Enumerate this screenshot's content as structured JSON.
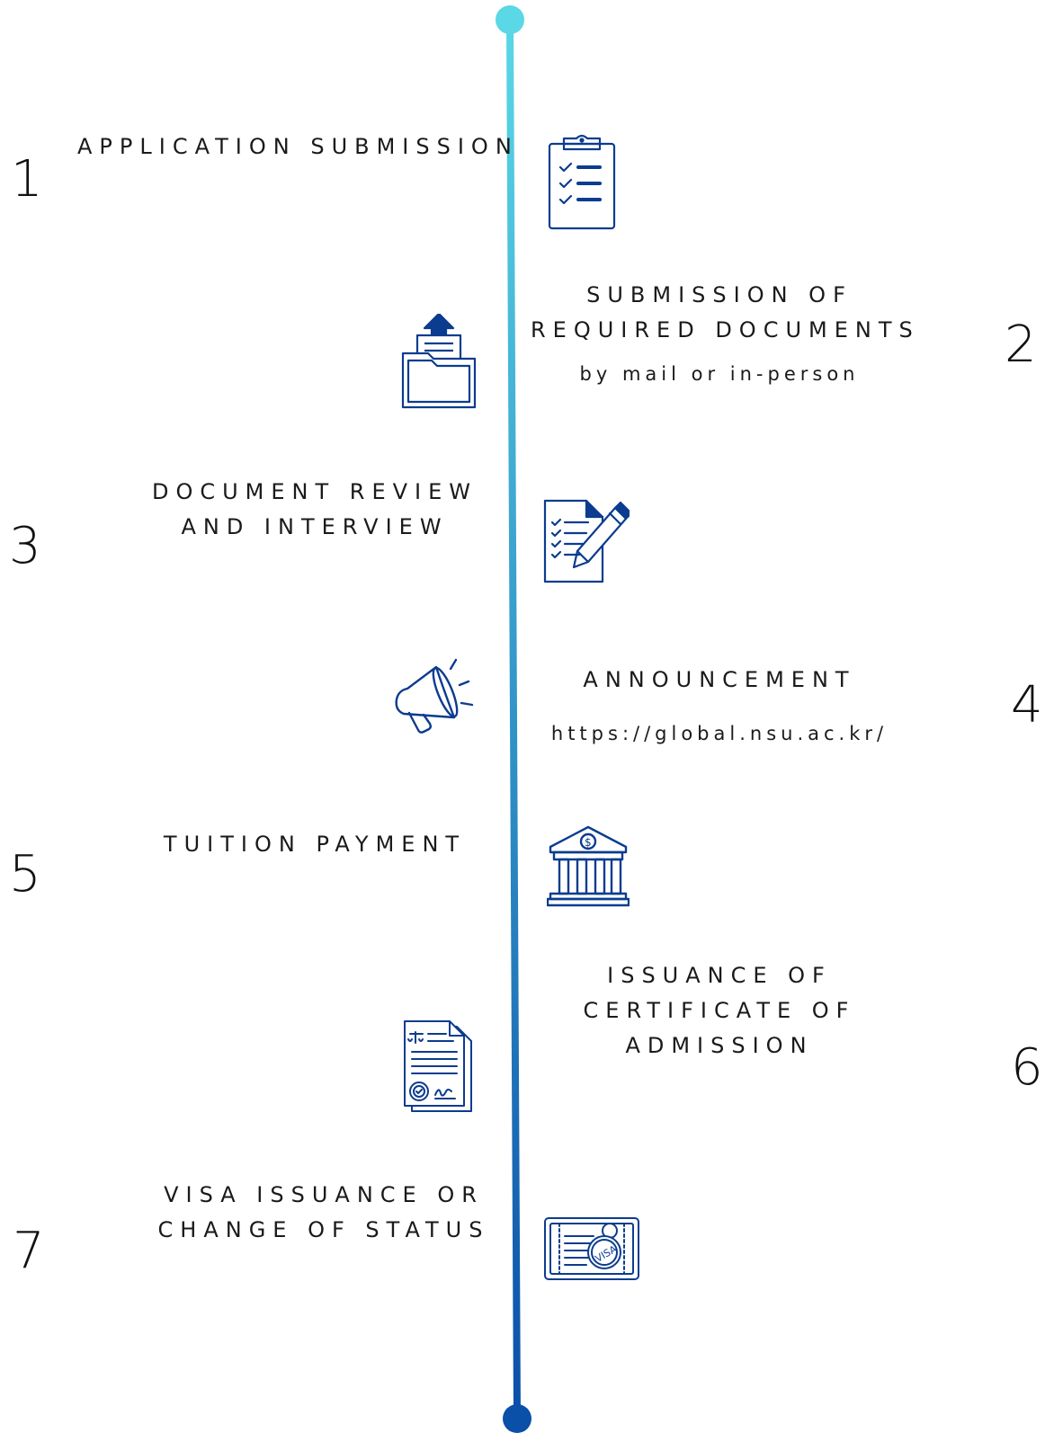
{
  "colors": {
    "cyan": "#5ad8e6",
    "blue": "#0a4fa8",
    "navy": "#0b3c8f"
  },
  "steps": [
    {
      "number": "1",
      "title_lines": [
        "APPLICATION SUBMISSION"
      ],
      "subtitle": "",
      "icon": "clipboard-checklist-icon"
    },
    {
      "number": "2",
      "title_lines": [
        "SUBMISSION OF",
        "REQUIRED DOCUMENTS"
      ],
      "subtitle": "by mail or in-person",
      "icon": "folder-upload-icon"
    },
    {
      "number": "3",
      "title_lines": [
        "DOCUMENT REVIEW",
        "AND INTERVIEW"
      ],
      "subtitle": "",
      "icon": "document-pen-icon"
    },
    {
      "number": "4",
      "title_lines": [
        "ANNOUNCEMENT"
      ],
      "subtitle": "https://global.nsu.ac.kr/",
      "icon": "megaphone-icon"
    },
    {
      "number": "5",
      "title_lines": [
        "TUITION PAYMENT"
      ],
      "subtitle": "",
      "icon": "bank-icon"
    },
    {
      "number": "6",
      "title_lines": [
        "ISSUANCE OF",
        "CERTIFICATE OF",
        "ADMISSION"
      ],
      "subtitle": "",
      "icon": "certificate-icon"
    },
    {
      "number": "7",
      "title_lines": [
        "VISA ISSUANCE OR",
        "CHANGE OF STATUS"
      ],
      "subtitle": "",
      "icon": "visa-passport-icon"
    }
  ]
}
